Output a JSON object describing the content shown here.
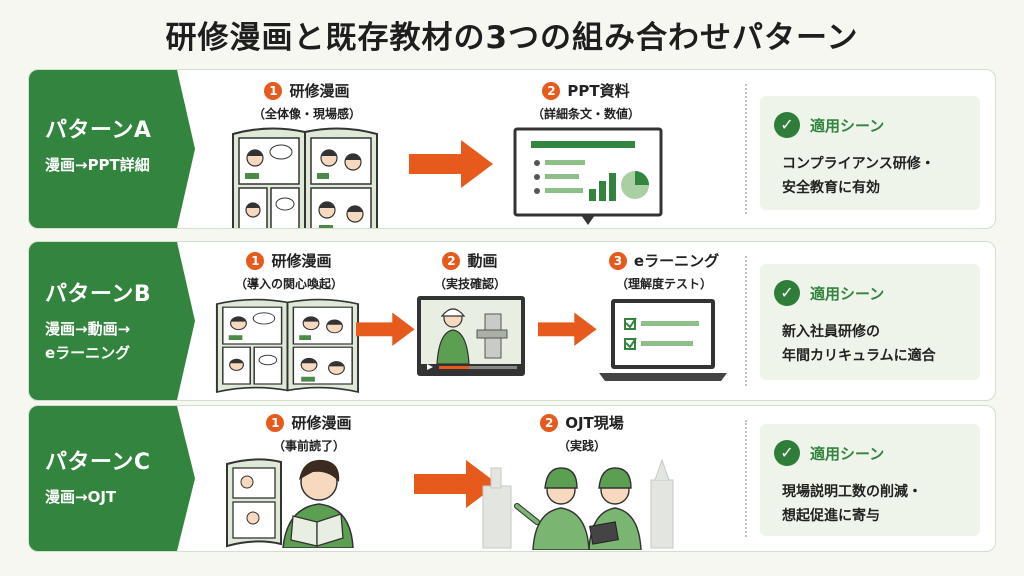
{
  "title": "研修漫画と既存教材の3つの組み合わせパターン",
  "patterns": [
    {
      "name": "パターンA",
      "flow": [
        "漫画→PPT詳細"
      ],
      "steps": [
        {
          "num": "1",
          "title": "研修漫画",
          "sub": "（全体像・現場感）",
          "icon": "open-manga-book-icon"
        },
        {
          "num": "2",
          "title": "PPT資料",
          "sub": "（詳細条文・数値）",
          "icon": "presentation-board-icon"
        }
      ],
      "scene": {
        "label": "適用シーン",
        "text": [
          "コンプライアンス研修・",
          "安全教育に有効"
        ]
      }
    },
    {
      "name": "パターンB",
      "flow": [
        "漫画→動画→",
        "eラーニング"
      ],
      "steps": [
        {
          "num": "1",
          "title": "研修漫画",
          "sub": "（導入の関心喚起）",
          "icon": "open-manga-book-icon"
        },
        {
          "num": "2",
          "title": "動画",
          "sub": "（実技確認）",
          "icon": "video-player-icon"
        },
        {
          "num": "3",
          "title": "eラーニング",
          "sub": "（理解度テスト）",
          "icon": "laptop-checklist-icon"
        }
      ],
      "scene": {
        "label": "適用シーン",
        "text": [
          "新入社員研修の",
          "年間カリキュラムに適合"
        ]
      }
    },
    {
      "name": "パターンC",
      "flow": [
        "漫画→OJT"
      ],
      "steps": [
        {
          "num": "1",
          "title": "研修漫画",
          "sub": "（事前読了）",
          "icon": "reading-manga-icon"
        },
        {
          "num": "2",
          "title": "OJT現場",
          "sub": "（実践）",
          "icon": "site-workers-icon"
        }
      ],
      "scene": {
        "label": "適用シーン",
        "text": [
          "現場説明工数の削減・",
          "想起促進に寄与"
        ]
      }
    }
  ],
  "colors": {
    "green": "#33843f",
    "orange": "#e65a1e",
    "scene_bg": "#eef4ea"
  }
}
